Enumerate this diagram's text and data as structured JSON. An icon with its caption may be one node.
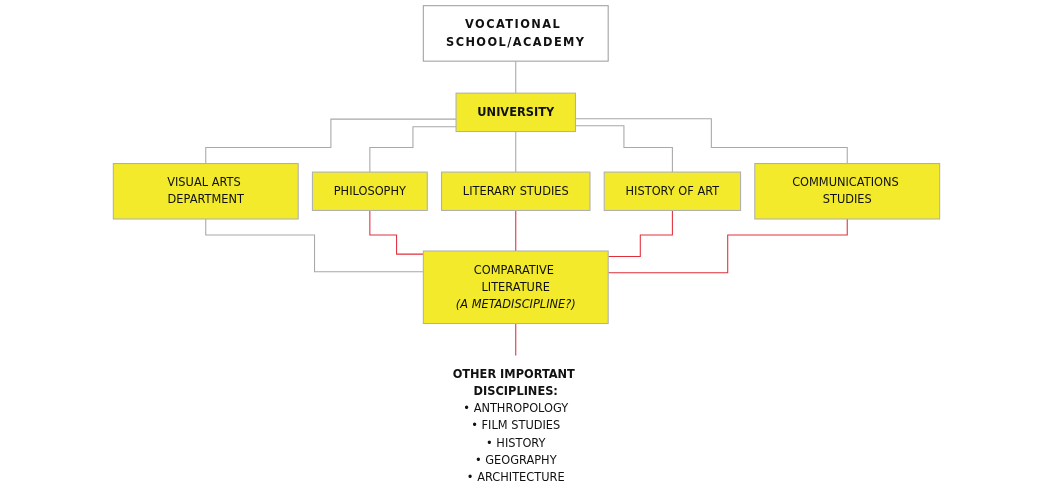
{
  "diagram": {
    "nodes": [
      {
        "text": [
          "VOCATIONAL SCHOOL/ACADEMY"
        ]
      },
      {
        "text": [
          "UNIVERSITY"
        ]
      },
      {
        "text": [
          "PHILOSOPHY"
        ]
      },
      {
        "text": [
          "LITERARY STUDIES"
        ]
      },
      {
        "text": [
          "VISUAL ARTS DEPARTMENT"
        ]
      },
      {
        "text": [
          "HISTORY OF ART"
        ]
      },
      {
        "text": [
          "COMMUNICATIONS STUDIES"
        ]
      },
      {
        "text": [
          "COMPARATIVE LITERATURE",
          "(A METADISCIPLINE?)"
        ]
      },
      {
        "text": [
          "OTHER IMPORTANT DISCIPLINES:",
          "• ANTHROPOLOGY",
          "• FILM STUDIES",
          "• HISTORY",
          "• GEOGRAPHY",
          "• ARCHITECTURE"
        ]
      }
    ],
    "edges": [
      {
        "from": 0,
        "to": 1,
        "arrow": "none"
      },
      {
        "from": 1,
        "to": 2,
        "arrow": "none"
      },
      {
        "from": 1,
        "to": 3,
        "arrow": "none"
      },
      {
        "from": 1,
        "to": 4,
        "arrow": "none"
      },
      {
        "from": 1,
        "to": 5,
        "arrow": "none"
      },
      {
        "from": 1,
        "to": 6,
        "arrow": "none"
      },
      {
        "from": 4,
        "to": 7,
        "arrow": "none"
      },
      {
        "from": 2,
        "to": 7,
        "arrow": "none",
        "color": "#e0303c"
      },
      {
        "from": 3,
        "to": 7,
        "arrow": "none",
        "color": "#e0303c"
      },
      {
        "from": 5,
        "to": 7,
        "arrow": "none",
        "color": "#e0303c"
      },
      {
        "from": 6,
        "to": 7,
        "arrow": "none",
        "color": "#e0303c"
      },
      {
        "from": 7,
        "to": 8,
        "arrow": "none",
        "color": "#e0303c"
      }
    ]
  }
}
